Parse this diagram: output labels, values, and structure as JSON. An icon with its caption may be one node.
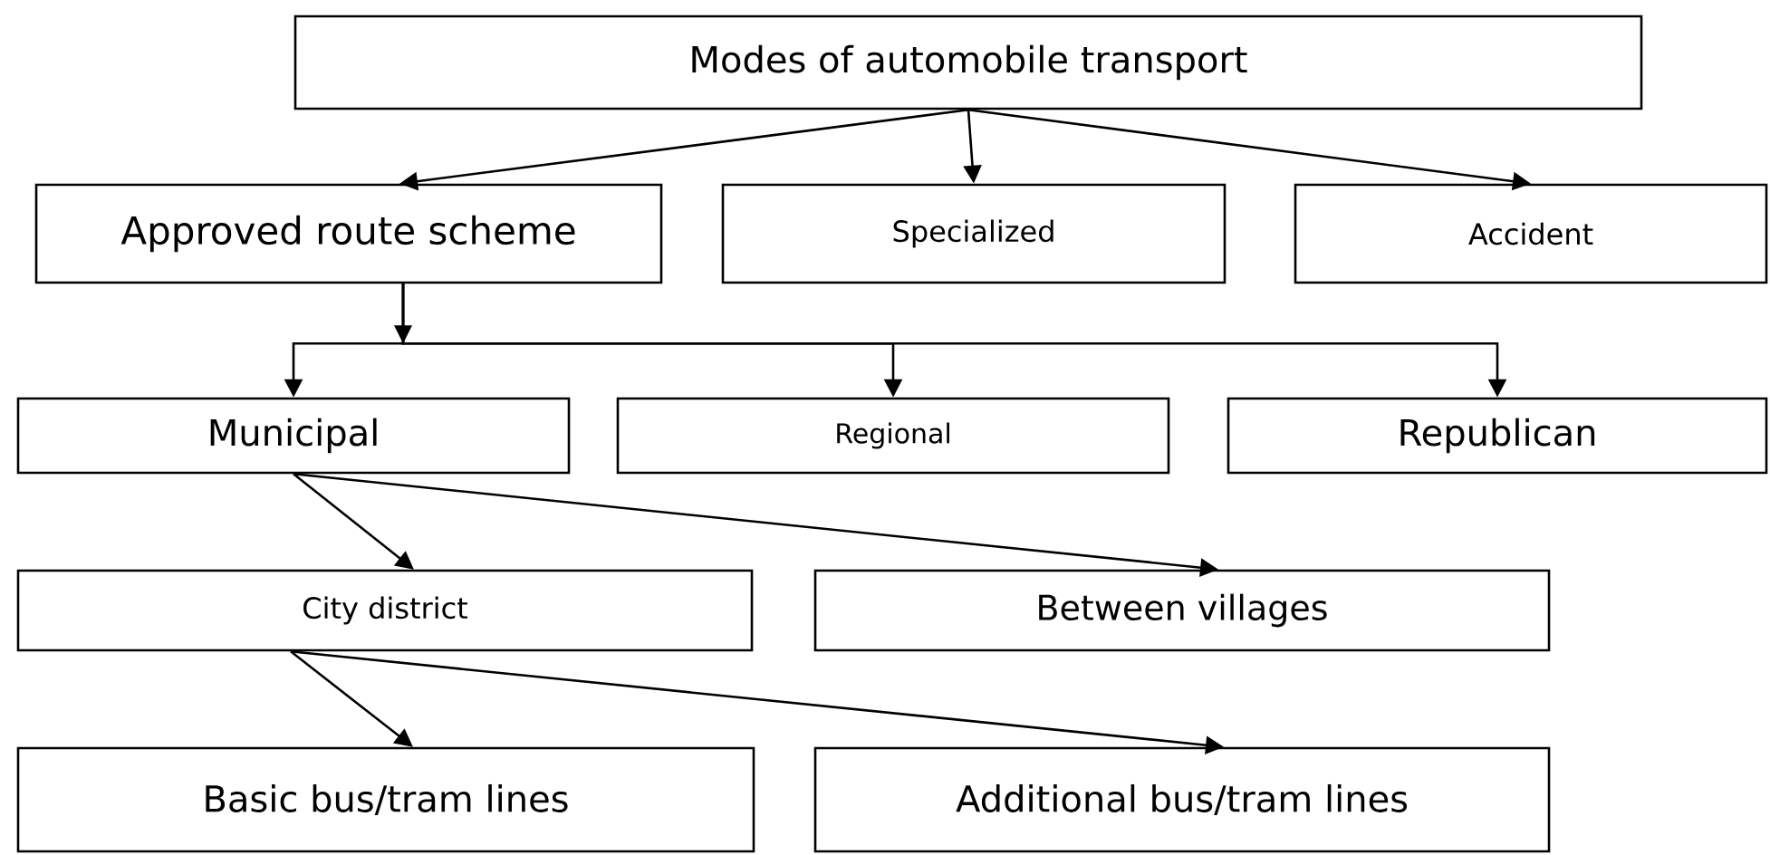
{
  "diagram": {
    "nodes": [
      {
        "text": [
          "Modes of automobile transport"
        ]
      },
      {
        "text": [
          "Approved route scheme"
        ]
      },
      {
        "text": [
          "Specialized"
        ]
      },
      {
        "text": [
          "Accident"
        ]
      },
      {
        "text": [
          "Municipal"
        ]
      },
      {
        "text": [
          "Regional"
        ]
      },
      {
        "text": [
          "Republican"
        ]
      },
      {
        "text": [
          "City district"
        ]
      },
      {
        "text": [
          "Between villages"
        ]
      },
      {
        "text": [
          "Basic bus/tram lines"
        ]
      },
      {
        "text": [
          "Additional bus/tram lines"
        ]
      }
    ],
    "edges": [
      {
        "from": 0,
        "to": 1,
        "arrow": "to"
      },
      {
        "from": 0,
        "to": 2,
        "arrow": "to"
      },
      {
        "from": 0,
        "to": 3,
        "arrow": "to"
      },
      {
        "from": 1,
        "to": 4,
        "arrow": "to"
      },
      {
        "from": 1,
        "to": 5,
        "arrow": "to"
      },
      {
        "from": 1,
        "to": 6,
        "arrow": "to"
      },
      {
        "from": 4,
        "to": 7,
        "arrow": "to"
      },
      {
        "from": 4,
        "to": 8,
        "arrow": "to"
      },
      {
        "from": 7,
        "to": 9,
        "arrow": "to"
      },
      {
        "from": 7,
        "to": 10,
        "arrow": "to"
      }
    ]
  }
}
